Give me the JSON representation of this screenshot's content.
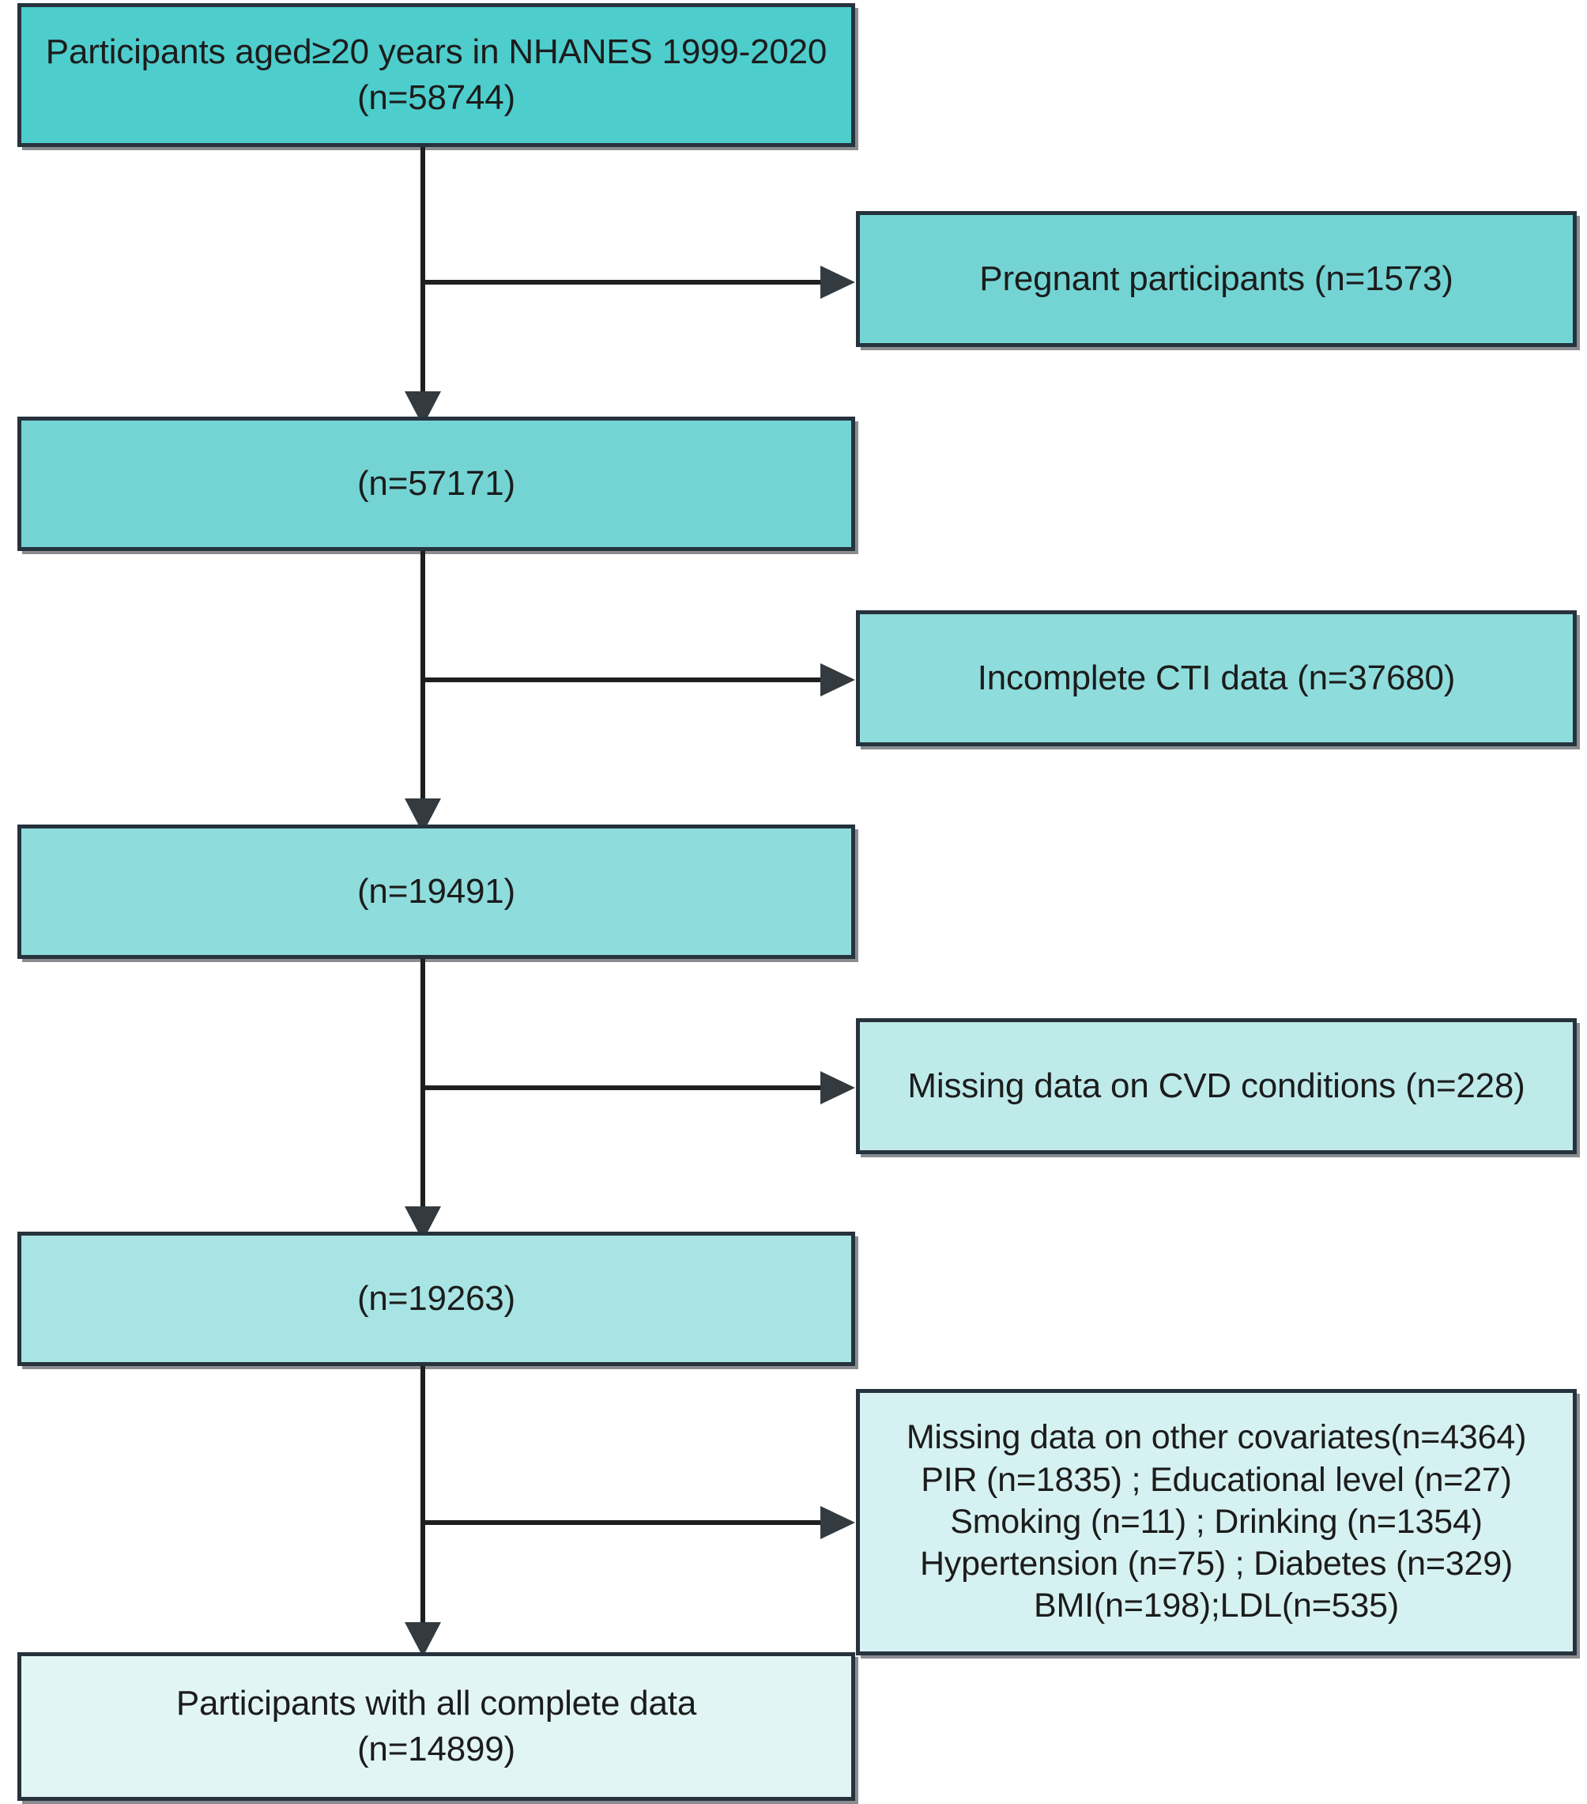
{
  "figure": {
    "type": "flowchart",
    "orientation": "top-to-bottom",
    "description": "NHANES participant selection flow diagram"
  },
  "colors": {
    "box_fill_1": "#4ecdcd",
    "box_fill_2": "#74d4d4",
    "box_fill_3": "#8fdcdc",
    "box_fill_4": "#a8e4e4",
    "box_fill_5": "#bfeaea",
    "box_fill_6": "#cdeeee",
    "box_fill_7": "#d6f1f1",
    "box_fill_8": "#ddf3f3",
    "box_fill_9": "#e2f5f5",
    "border": "#26323c",
    "connector": "#1f1f1f",
    "text": "#1c1c1c",
    "background": "#ffffff"
  },
  "nodes": {
    "main": [
      {
        "id": "n1",
        "label": "Participants aged≥20 years in NHANES 1999-2020\n(n=58744)",
        "count": 58744
      },
      {
        "id": "n2",
        "label": "(n=57171)",
        "count": 57171
      },
      {
        "id": "n3",
        "label": "(n=19491)",
        "count": 19491
      },
      {
        "id": "n4",
        "label": "(n=19263)",
        "count": 19263
      },
      {
        "id": "n5",
        "label": "Participants with all complete data\n(n=14899)",
        "count": 14899
      }
    ],
    "exclusions": [
      {
        "id": "e1",
        "label": "Pregnant participants (n=1573)",
        "count": 1573
      },
      {
        "id": "e2",
        "label": "Incomplete CTI data (n=37680)",
        "count": 37680
      },
      {
        "id": "e3",
        "label": "Missing data on CVD conditions (n=228)",
        "count": 228
      },
      {
        "id": "e4",
        "label": "Missing data on other covariates(n=4364)\nPIR (n=1835) ; Educational level (n=27)\nSmoking (n=11) ; Drinking (n=1354)\nHypertension (n=75) ; Diabetes (n=329)\nBMI(n=198);LDL(n=535)",
        "count": 4364,
        "breakdown": [
          {
            "name": "PIR",
            "count": 1835
          },
          {
            "name": "Educational level",
            "count": 27
          },
          {
            "name": "Smoking",
            "count": 11
          },
          {
            "name": "Drinking",
            "count": 1354
          },
          {
            "name": "Hypertension",
            "count": 75
          },
          {
            "name": "Diabetes",
            "count": 329
          },
          {
            "name": "BMI",
            "count": 198
          },
          {
            "name": "LDL",
            "count": 535
          }
        ]
      }
    ]
  }
}
